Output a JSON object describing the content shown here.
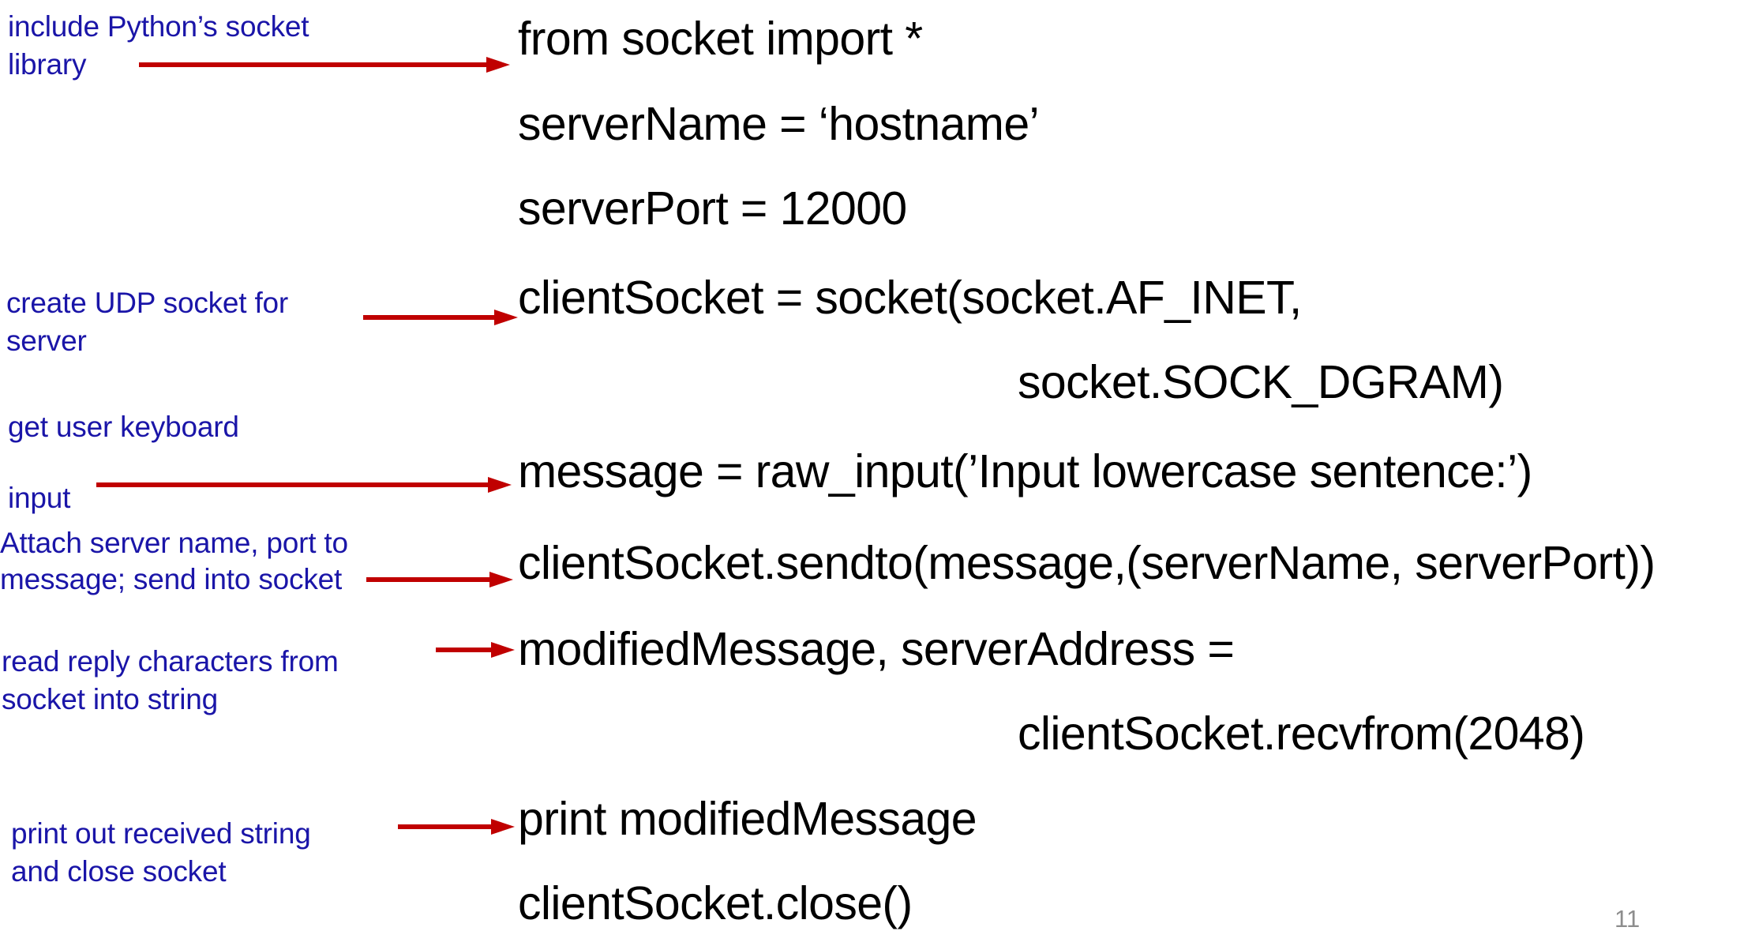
{
  "slide": {
    "page_number": "11",
    "annotation_color": "#1a15a8",
    "code_color": "#000000",
    "arrow_color": "#c00000",
    "page_number_color": "#8d8d8d",
    "background_color": "#ffffff"
  },
  "annotations": [
    {
      "id": "include-library",
      "text": "include Python’s socket\nlibrary"
    },
    {
      "id": "create-socket",
      "text": "create UDP socket for\nserver"
    },
    {
      "id": "keyboard-input",
      "text": "get user keyboard\n\ninput"
    },
    {
      "id": "attach-send",
      "text": "Attach server name, port to\nmessage; send into socket"
    },
    {
      "id": "read-reply",
      "text": "read reply characters from\nsocket into string"
    },
    {
      "id": "print-close",
      "text": "print out received string\nand close socket"
    }
  ],
  "code_lines": [
    {
      "id": "import",
      "text": "from socket import *"
    },
    {
      "id": "server-name",
      "text": "serverName = ‘hostname’"
    },
    {
      "id": "server-port",
      "text": "serverPort = 12000"
    },
    {
      "id": "create-socket-1",
      "text": "clientSocket = socket(socket.AF_INET,"
    },
    {
      "id": "create-socket-2",
      "text": "socket.SOCK_DGRAM)"
    },
    {
      "id": "raw-input",
      "text": "message = raw_input(’Input lowercase sentence:’)"
    },
    {
      "id": "sendto",
      "text": "clientSocket.sendto(message,(serverName, serverPort))"
    },
    {
      "id": "recvfrom-1",
      "text": "modifiedMessage, serverAddress ="
    },
    {
      "id": "recvfrom-2",
      "text": "clientSocket.recvfrom(2048)"
    },
    {
      "id": "print",
      "text": "print modifiedMessage"
    },
    {
      "id": "close",
      "text": "clientSocket.close()"
    }
  ],
  "arrows": [
    {
      "id": "arrow-include-library"
    },
    {
      "id": "arrow-create-socket"
    },
    {
      "id": "arrow-keyboard-input"
    },
    {
      "id": "arrow-attach-send"
    },
    {
      "id": "arrow-read-reply"
    },
    {
      "id": "arrow-print-close"
    }
  ]
}
